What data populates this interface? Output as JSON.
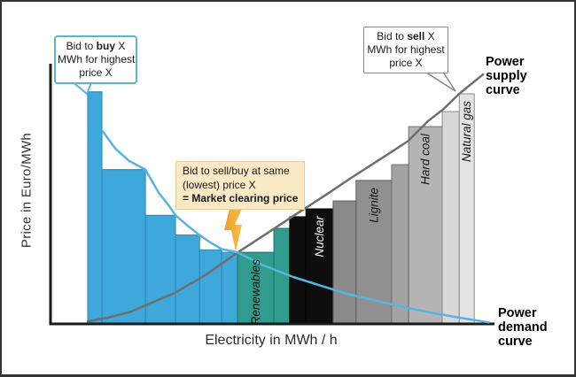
{
  "figure": {
    "y_axis_label": "Price in Euro/MWh",
    "x_axis_label": "Electricity in MWh / h"
  },
  "annotations": {
    "bubble_buy": {
      "border_color": "#56B6D8",
      "lines": [
        [
          {
            "t": "Bid to "
          },
          {
            "t": "buy",
            "b": true
          },
          {
            "t": " X"
          }
        ],
        [
          {
            "t": "MWh for highest"
          }
        ],
        [
          {
            "t": "price X"
          }
        ]
      ]
    },
    "bubble_sell": {
      "border_color": "#8A8A8A",
      "lines": [
        [
          {
            "t": "Bid to "
          },
          {
            "t": "sell",
            "b": true
          },
          {
            "t": " X"
          }
        ],
        [
          {
            "t": "MWh for highest"
          }
        ],
        [
          {
            "t": "price X"
          }
        ]
      ]
    },
    "clearing_box": {
      "bg_color": "#F9E9C5",
      "lines": [
        [
          {
            "t": "Bid to sell/buy at same"
          }
        ],
        [
          {
            "t": "(lowest) price X"
          }
        ],
        [
          {
            "t": "= Market clearing price",
            "b": true
          }
        ]
      ]
    },
    "supply_curve_label": {
      "color": "#4D4D4D",
      "lines": [
        "Power",
        "supply",
        "curve"
      ]
    },
    "demand_curve_label": {
      "color": "#4FB3E0",
      "lines": [
        "Power",
        "demand",
        "curve"
      ]
    }
  },
  "chart_data": {
    "type": "bar",
    "title": "Merit order / market clearing price illustration",
    "xlabel": "Electricity in MWh / h",
    "ylabel": "Price in Euro/MWh",
    "x_range_units": [
      0,
      100
    ],
    "y_range_units": [
      0,
      100
    ],
    "axes_numeric_ticks": false,
    "grid": false,
    "demand_bar_fill": "#3FA8DB",
    "demand_bar_stroke": "#2B86B4",
    "demand_bids": [
      {
        "q0": 0,
        "q1": 3.6,
        "price": 94
      },
      {
        "q0": 3.6,
        "q1": 14.6,
        "price": 62.5
      },
      {
        "q0": 14.6,
        "q1": 22.2,
        "price": 44
      },
      {
        "q0": 22.2,
        "q1": 28.3,
        "price": 36
      },
      {
        "q0": 28.3,
        "q1": 33.9,
        "price": 30
      },
      {
        "q0": 33.9,
        "q1": 37.9,
        "price": 29
      }
    ],
    "supply_bids": [
      {
        "q0": 37.9,
        "q1": 47.1,
        "price": 29,
        "fuel": "Renewables",
        "fill": "#2F9C8D",
        "stroke": "#1E7168",
        "label": true,
        "label_color": "#101010"
      },
      {
        "q0": 47.1,
        "q1": 51.1,
        "price": 38.7,
        "fuel": "Renewables",
        "fill": "#2F9C8D",
        "stroke": "#1E7168",
        "label": false
      },
      {
        "q0": 51.1,
        "q1": 55.2,
        "price": 43.4,
        "fuel": "Nuclear",
        "fill": "#0D0D0D",
        "stroke": "#000000",
        "label": false
      },
      {
        "q0": 55.2,
        "q1": 62.1,
        "price": 46.6,
        "fuel": "Nuclear",
        "fill": "#0D0D0D",
        "stroke": "#000000",
        "label": true,
        "label_color": "#FFFFFF"
      },
      {
        "q0": 62.1,
        "q1": 67.9,
        "price": 49.8,
        "fuel": "Lignite",
        "fill": "#8A8A8A",
        "stroke": "#5E5E5E",
        "label": false
      },
      {
        "q0": 67.9,
        "q1": 76.9,
        "price": 58.1,
        "fuel": "Lignite",
        "fill": "#909090",
        "stroke": "#5E5E5E",
        "label": true,
        "label_color": "#141414"
      },
      {
        "q0": 76.9,
        "q1": 81.2,
        "price": 64.5,
        "fuel": "Hard coal",
        "fill": "#A3A3A3",
        "stroke": "#6E6E6E",
        "label": false
      },
      {
        "q0": 81.2,
        "q1": 89.7,
        "price": 79.9,
        "fuel": "Hard coal",
        "fill": "#B4B4B4",
        "stroke": "#6E6E6E",
        "label": true,
        "label_color": "#141414"
      },
      {
        "q0": 89.7,
        "q1": 94.0,
        "price": 86,
        "fuel": "Natural gas",
        "fill": "#D8D8D8",
        "stroke": "#8A8A8A",
        "label": false
      },
      {
        "q0": 94.0,
        "q1": 97.8,
        "price": 93.2,
        "fuel": "Natural gas",
        "fill": "#E3E3E3",
        "stroke": "#8A8A8A",
        "label": true,
        "label_color": "#141414"
      }
    ],
    "supply_curve": {
      "name": "Power supply curve",
      "color": "#6E6E6E",
      "points": [
        [
          0,
          1
        ],
        [
          5,
          2.5
        ],
        [
          11,
          5
        ],
        [
          16,
          8.5
        ],
        [
          22,
          12.5
        ],
        [
          30,
          20
        ],
        [
          38,
          29
        ],
        [
          45,
          36.3
        ],
        [
          52,
          43.7
        ],
        [
          60,
          52
        ],
        [
          67,
          59.5
        ],
        [
          75,
          67.7
        ],
        [
          81,
          74
        ],
        [
          86,
          82
        ],
        [
          90,
          87
        ],
        [
          94,
          93.2
        ],
        [
          100,
          101
        ]
      ]
    },
    "demand_curve": {
      "name": "Power demand curve",
      "color": "#56B5E0",
      "points": [
        [
          3.8,
          78
        ],
        [
          7,
          71
        ],
        [
          10.5,
          66
        ],
        [
          14.6,
          62.5
        ],
        [
          18,
          53
        ],
        [
          20.5,
          48
        ],
        [
          22.2,
          44
        ],
        [
          25.5,
          39.5
        ],
        [
          28.3,
          36
        ],
        [
          31,
          33
        ],
        [
          33.9,
          30.3
        ],
        [
          37.9,
          29
        ],
        [
          44,
          24
        ],
        [
          52,
          19
        ],
        [
          59,
          15.5
        ],
        [
          66,
          12
        ],
        [
          74,
          9
        ],
        [
          81.5,
          6.3
        ],
        [
          88,
          4.2
        ],
        [
          95,
          2.3
        ],
        [
          101.5,
          0.6
        ]
      ]
    },
    "market_clearing": {
      "q": 37.9,
      "price": 29
    }
  }
}
